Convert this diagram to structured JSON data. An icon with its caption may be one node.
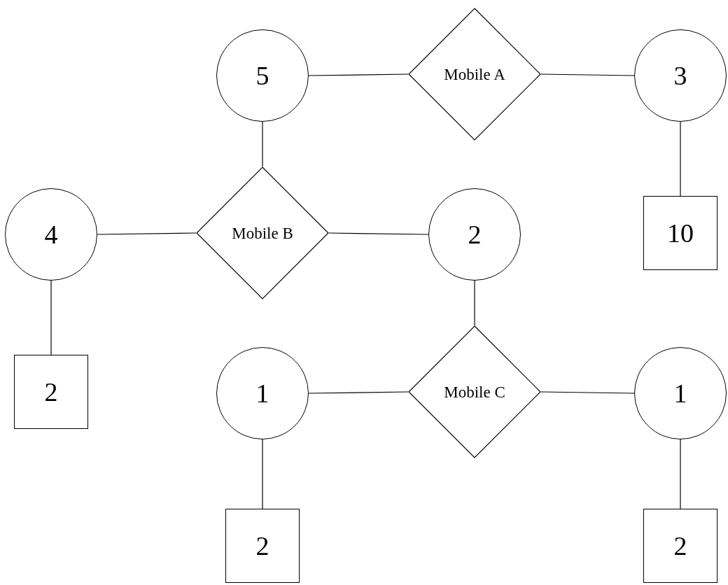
{
  "diagram": {
    "nodes": [
      {
        "text": [
          "5"
        ]
      },
      {
        "text": [
          "Mobile A"
        ]
      },
      {
        "text": [
          "3"
        ]
      },
      {
        "text": [
          "4"
        ]
      },
      {
        "text": [
          "Mobile B"
        ]
      },
      {
        "text": [
          "2"
        ]
      },
      {
        "text": [
          "10"
        ]
      },
      {
        "text": [
          "2"
        ]
      },
      {
        "text": [
          "1"
        ]
      },
      {
        "text": [
          "Mobile C"
        ]
      },
      {
        "text": [
          "1"
        ]
      },
      {
        "text": [
          "2"
        ]
      },
      {
        "text": [
          "2"
        ]
      }
    ],
    "edges": [
      {
        "from": 0,
        "to": 1,
        "arrow": "none"
      },
      {
        "from": 1,
        "to": 2,
        "arrow": "none"
      },
      {
        "from": 2,
        "to": 6,
        "arrow": "none"
      },
      {
        "from": 0,
        "to": 4,
        "arrow": "none"
      },
      {
        "from": 3,
        "to": 4,
        "arrow": "none"
      },
      {
        "from": 4,
        "to": 5,
        "arrow": "none"
      },
      {
        "from": 3,
        "to": 7,
        "arrow": "none"
      },
      {
        "from": 5,
        "to": 9,
        "arrow": "none"
      },
      {
        "from": 8,
        "to": 9,
        "arrow": "none"
      },
      {
        "from": 9,
        "to": 10,
        "arrow": "none"
      },
      {
        "from": 8,
        "to": 11,
        "arrow": "none"
      },
      {
        "from": 10,
        "to": 12,
        "arrow": "none"
      }
    ]
  }
}
